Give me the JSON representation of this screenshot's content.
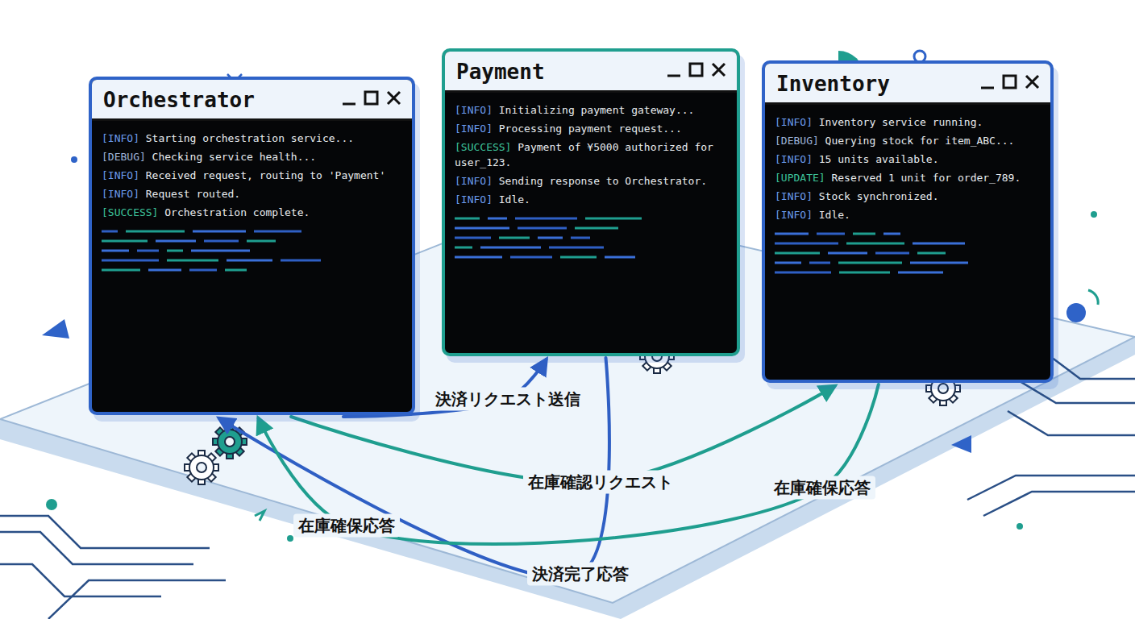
{
  "diagram": {
    "nodes": [
      {
        "text": [
          "Orchestrator",
          "[INFO] Starting orchestration service...",
          "[DEBUG] Checking service health...",
          "[INFO] Received request, routing to 'Payment'",
          "[INFO] Request routed.",
          "[SUCCESS] Orchestration complete."
        ]
      },
      {
        "text": [
          "Payment",
          "[INFO] Initializing payment gateway...",
          "[INFO] Processing payment request...",
          "[SUCCESS] Payment of ¥5000 authorized for user_123.",
          "[INFO] Sending response to Orchestrator.",
          "[INFO] Idle."
        ]
      },
      {
        "text": [
          "Inventory",
          "[INFO] Inventory service running.",
          "[DEBUG] Querying stock for item_ABC...",
          "[INFO] 15 units available.",
          "[UPDATE] Reserved 1 unit for order_789.",
          "[INFO] Stock synchronized.",
          "[INFO] Idle."
        ]
      }
    ],
    "edges": [
      {
        "from": 0,
        "to": 1,
        "arrow": "to",
        "label": "決済リクエスト送信"
      },
      {
        "from": 1,
        "to": 0,
        "arrow": "to",
        "label": "決済完了応答"
      },
      {
        "from": 0,
        "to": 2,
        "arrow": "to",
        "label": "在庫確認リクエスト"
      },
      {
        "from": 2,
        "to": 0,
        "arrow": "to",
        "label": "在庫確保応答"
      }
    ],
    "labels": [
      "在庫確保応答"
    ]
  }
}
